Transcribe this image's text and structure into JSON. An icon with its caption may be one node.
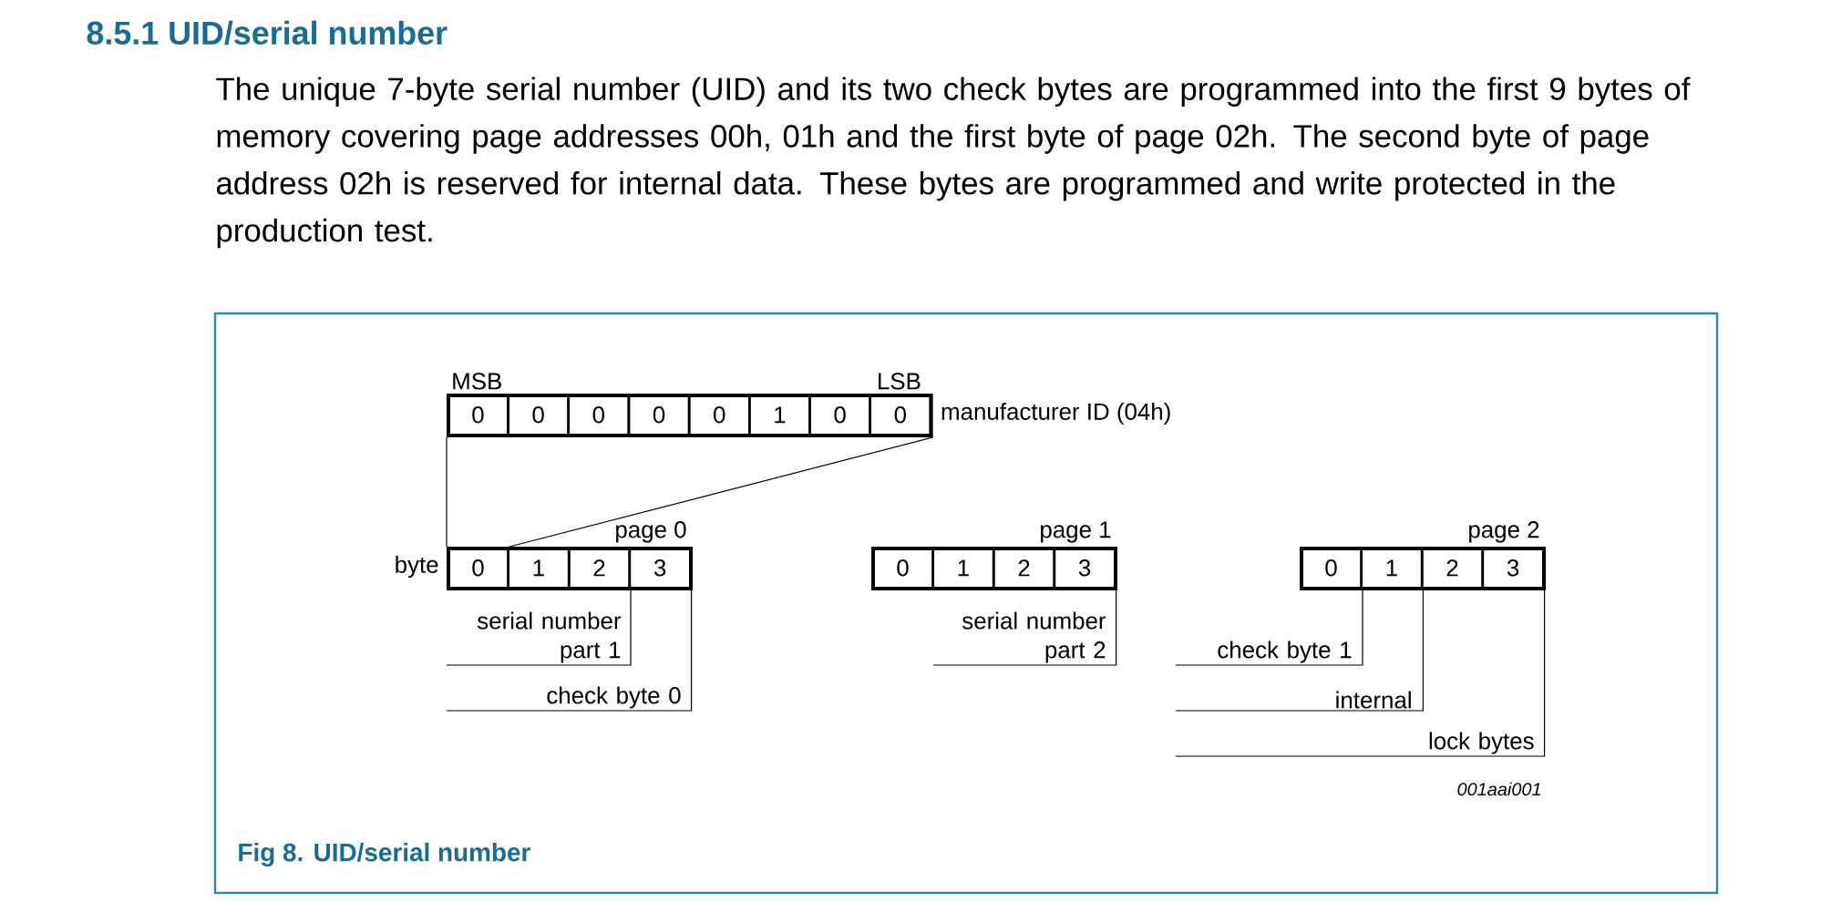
{
  "diagram": {
    "title": "8.5.1 UID/serial number",
    "caption": "Fig 8. UID/serial number",
    "nodes": [
      {
        "text": [],
        "shape": "box",
        "beside": [
          "MSB",
          "LSB",
          "manufacturer ID (04h)"
        ]
      },
      {
        "text": [
          "0"
        ],
        "in": 0
      },
      {
        "text": [
          "0"
        ],
        "in": 0
      },
      {
        "text": [
          "0"
        ],
        "in": 0
      },
      {
        "text": [
          "0"
        ],
        "in": 0
      },
      {
        "text": [
          "0"
        ],
        "in": 0
      },
      {
        "text": [
          "1"
        ],
        "in": 0
      },
      {
        "text": [
          "0"
        ],
        "in": 0
      },
      {
        "text": [
          "0"
        ],
        "in": 0
      },
      {
        "text": [
          "page 0"
        ],
        "beside": [
          "byte"
        ]
      },
      {
        "text": [
          "0"
        ],
        "in": 9
      },
      {
        "text": [
          "1"
        ],
        "in": 9
      },
      {
        "text": [
          "2"
        ],
        "in": 9
      },
      {
        "text": [
          "3"
        ],
        "in": 9
      },
      {
        "text": [
          "page 1"
        ]
      },
      {
        "text": [
          "0"
        ],
        "in": 14
      },
      {
        "text": [
          "1"
        ],
        "in": 14
      },
      {
        "text": [
          "2"
        ],
        "in": 14
      },
      {
        "text": [
          "3"
        ],
        "in": 14
      },
      {
        "text": [
          "page 2"
        ]
      },
      {
        "text": [
          "0"
        ],
        "in": 19
      },
      {
        "text": [
          "1"
        ],
        "in": 19
      },
      {
        "text": [
          "2"
        ],
        "in": 19
      },
      {
        "text": [
          "3"
        ],
        "in": 19
      },
      {
        "text": [
          "serial number part 1"
        ]
      },
      {
        "text": [
          "check byte 0"
        ]
      },
      {
        "text": [
          "serial number part 2"
        ]
      },
      {
        "text": [
          "check byte 1"
        ]
      },
      {
        "text": [
          "internal"
        ]
      },
      {
        "text": [
          "lock bytes"
        ]
      }
    ],
    "edges": [
      {
        "from": 0,
        "to": 10,
        "arrow": "none"
      },
      {
        "from": 0,
        "to": 10,
        "arrow": "none"
      },
      {
        "from": 24,
        "to": 12,
        "arrow": "none"
      },
      {
        "from": 25,
        "to": 13,
        "arrow": "none"
      },
      {
        "from": 26,
        "to": 18,
        "arrow": "none"
      },
      {
        "from": 27,
        "to": 20,
        "arrow": "none"
      },
      {
        "from": 28,
        "to": 21,
        "arrow": "none"
      },
      {
        "from": 29,
        "to": 23,
        "arrow": "none"
      }
    ],
    "labels": [
      "The unique 7-byte serial number (UID) and its two check bytes are programmed into the first 9 bytes of memory covering page addresses 00h, 01h and the first byte of page 02h. The second byte of page address 02h is reserved for internal data. These bytes are programmed and write protected in the production test.",
      "001aai001"
    ]
  }
}
